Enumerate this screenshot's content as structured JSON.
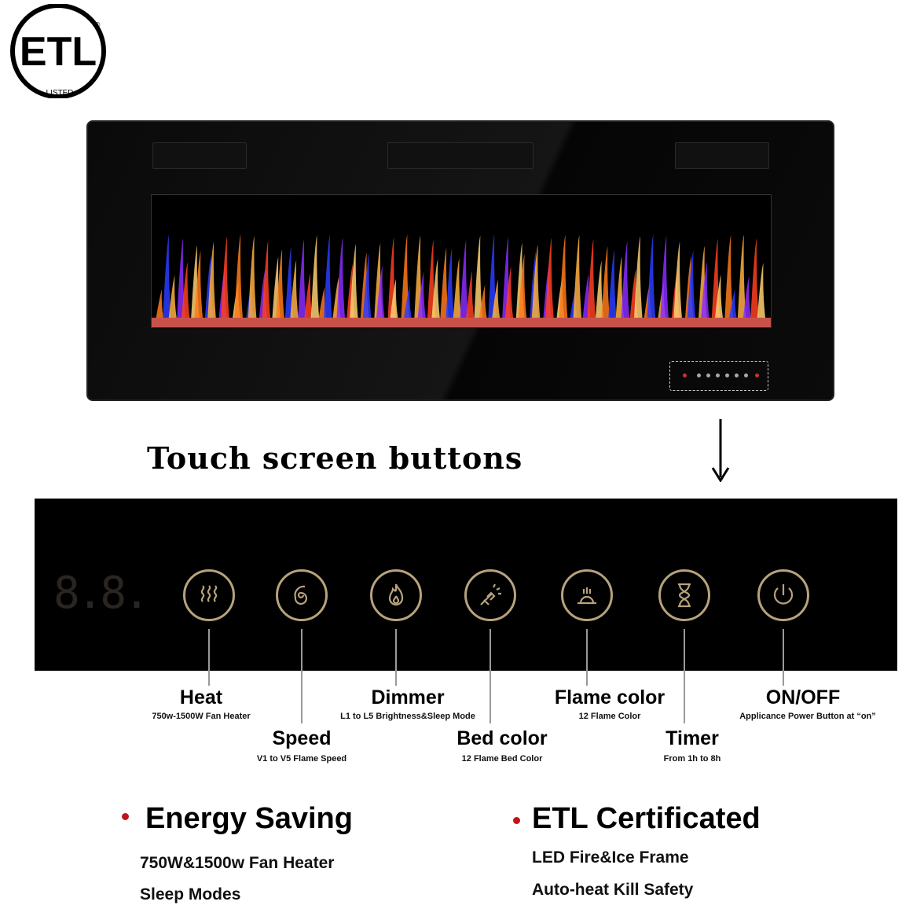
{
  "logo": {
    "text": "ETL",
    "sub": "LISTED",
    "mark": "®"
  },
  "title": "Touch screen buttons",
  "display": "8.8.",
  "accent_color": "#b7a27c",
  "bullet_color": "#c0141c",
  "buttons": [
    {
      "icon": "heat-waves-icon",
      "label": "Heat",
      "desc": "750w-1500W Fan Heater"
    },
    {
      "icon": "spiral-icon",
      "label": "Speed",
      "desc": "V1 to V5 Flame Speed"
    },
    {
      "icon": "flame-icon",
      "label": "Dimmer",
      "desc": "L1 to L5 Brightness&Sleep Mode"
    },
    {
      "icon": "bed-light-icon",
      "label": "Bed color",
      "desc": "12 Flame Bed Color"
    },
    {
      "icon": "flame-color-icon",
      "label": "Flame color",
      "desc": "12 Flame Color"
    },
    {
      "icon": "hourglass-icon",
      "label": "Timer",
      "desc": "From 1h to 8h"
    },
    {
      "icon": "power-icon",
      "label": "ON/OFF",
      "desc": "Applicance Power Button at “on”"
    }
  ],
  "features": [
    {
      "heading": "Energy Saving",
      "lines": [
        "750W&1500w Fan Heater",
        "Sleep Modes"
      ]
    },
    {
      "heading": "ETL Certificated",
      "lines": [
        "LED Fire&Ice Frame",
        "Auto-heat Kill Safety"
      ]
    }
  ]
}
